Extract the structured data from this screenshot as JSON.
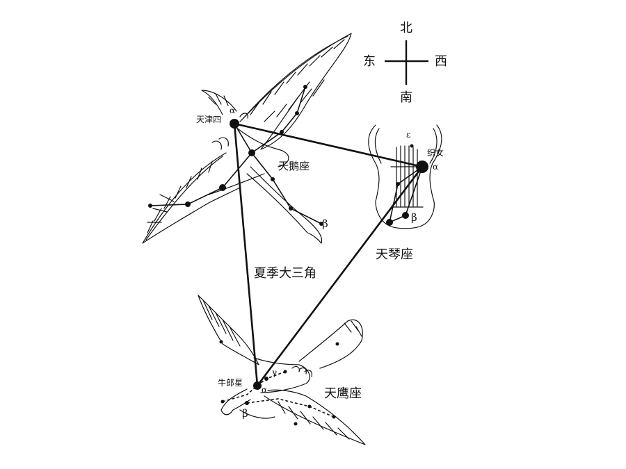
{
  "compass": {
    "north": "北",
    "east": "东",
    "west": "西",
    "south": "南"
  },
  "triangle_title": "夏季大三角",
  "constellations": {
    "cygnus": {
      "name": "天鹅座",
      "alpha_star": "天津四",
      "alpha_symbol": "α",
      "beta_symbol": "β"
    },
    "lyra": {
      "name": "天琴座",
      "alpha_star": "织女",
      "alpha_symbol": "α",
      "beta_symbol": "β",
      "epsilon_symbol": "ε"
    },
    "aquila": {
      "name": "天鹰座",
      "alpha_star": "牛郎星",
      "alpha_symbol": "α",
      "beta_symbol": "β",
      "gamma_symbol": "γ"
    }
  },
  "colors": {
    "ink": "#111111",
    "background": "#ffffff"
  }
}
